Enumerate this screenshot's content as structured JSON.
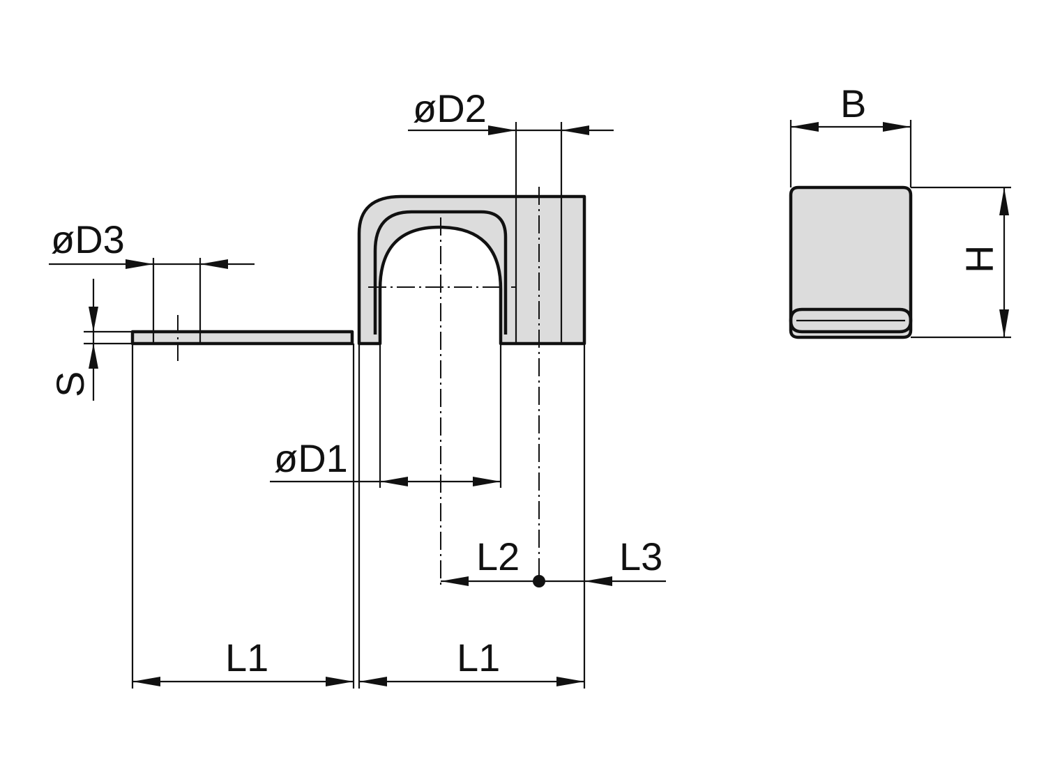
{
  "drawing": {
    "labels": {
      "d3": "øD3",
      "d2": "øD2",
      "d1": "øD1",
      "s": "S",
      "l1_left": "L1",
      "l1_right": "L1",
      "l2": "L2",
      "l3": "L3",
      "b": "B",
      "h": "H"
    },
    "fill_color": "#dcdcdc",
    "line_color": "#111111"
  }
}
